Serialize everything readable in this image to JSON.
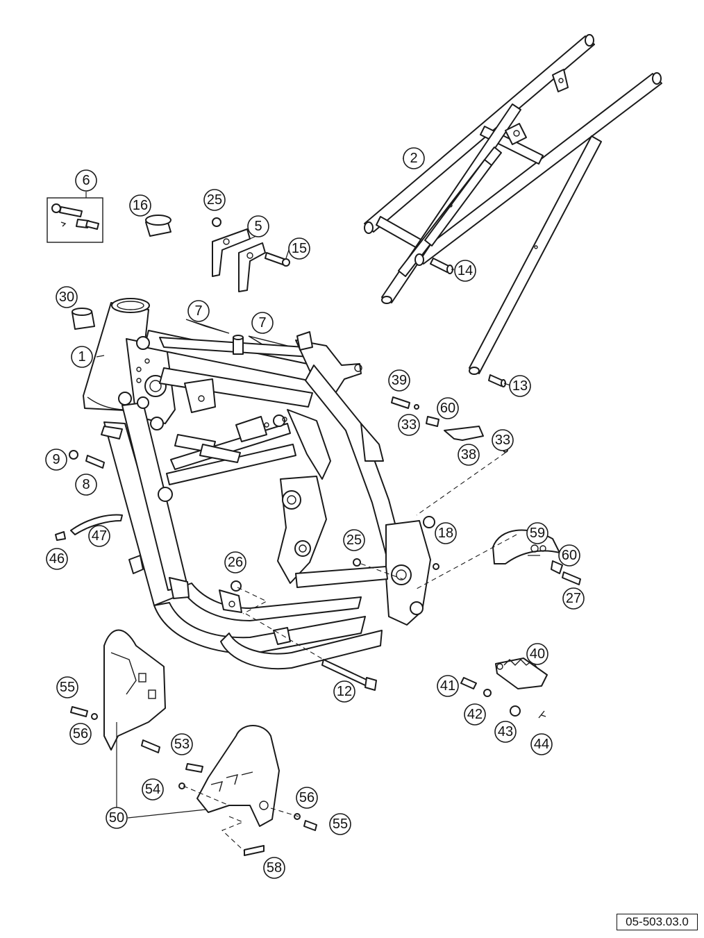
{
  "diagram": {
    "drawing_code": "05-503.03.0",
    "callouts": [
      {
        "key": "c1",
        "label": "1"
      },
      {
        "key": "c2",
        "label": "2"
      },
      {
        "key": "c5",
        "label": "5"
      },
      {
        "key": "c6",
        "label": "6"
      },
      {
        "key": "c7a",
        "label": "7"
      },
      {
        "key": "c7b",
        "label": "7"
      },
      {
        "key": "c8",
        "label": "8"
      },
      {
        "key": "c9",
        "label": "9"
      },
      {
        "key": "c12",
        "label": "12"
      },
      {
        "key": "c13",
        "label": "13"
      },
      {
        "key": "c14",
        "label": "14"
      },
      {
        "key": "c15",
        "label": "15"
      },
      {
        "key": "c16",
        "label": "16"
      },
      {
        "key": "c18",
        "label": "18"
      },
      {
        "key": "c25a",
        "label": "25"
      },
      {
        "key": "c25b",
        "label": "25"
      },
      {
        "key": "c26",
        "label": "26"
      },
      {
        "key": "c27",
        "label": "27"
      },
      {
        "key": "c30",
        "label": "30"
      },
      {
        "key": "c33a",
        "label": "33"
      },
      {
        "key": "c33b",
        "label": "33"
      },
      {
        "key": "c38",
        "label": "38"
      },
      {
        "key": "c39",
        "label": "39"
      },
      {
        "key": "c40",
        "label": "40"
      },
      {
        "key": "c41",
        "label": "41"
      },
      {
        "key": "c42",
        "label": "42"
      },
      {
        "key": "c43",
        "label": "43"
      },
      {
        "key": "c44",
        "label": "44"
      },
      {
        "key": "c46",
        "label": "46"
      },
      {
        "key": "c47",
        "label": "47"
      },
      {
        "key": "c50",
        "label": "50"
      },
      {
        "key": "c53",
        "label": "53"
      },
      {
        "key": "c54",
        "label": "54"
      },
      {
        "key": "c55a",
        "label": "55"
      },
      {
        "key": "c55b",
        "label": "55"
      },
      {
        "key": "c56a",
        "label": "56"
      },
      {
        "key": "c56b",
        "label": "56"
      },
      {
        "key": "c58",
        "label": "58"
      },
      {
        "key": "c59",
        "label": "59"
      },
      {
        "key": "c60a",
        "label": "60"
      },
      {
        "key": "c60b",
        "label": "60"
      }
    ]
  }
}
